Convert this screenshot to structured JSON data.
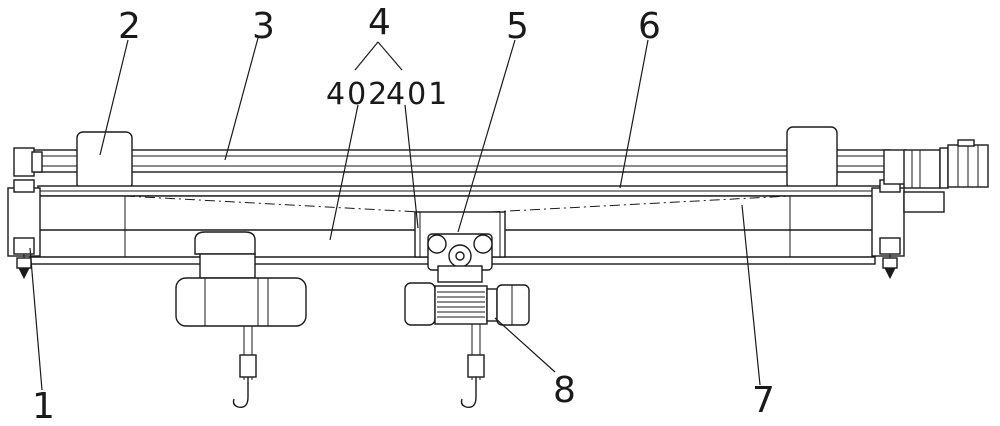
{
  "labels": {
    "l1": "1",
    "l2": "2",
    "l3": "3",
    "l4": "4",
    "l5": "5",
    "l6": "6",
    "l7": "7",
    "l8": "8",
    "l401": "401",
    "l402": "402"
  }
}
